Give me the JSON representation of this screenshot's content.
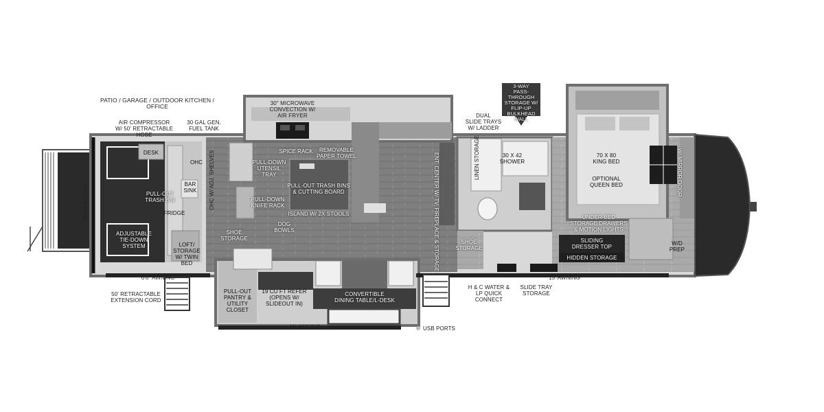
{
  "diagram": {
    "section_labels": {
      "patio": "PATIO / GARAGE / OUTDOOR KITCHEN / OFFICE",
      "usb_legend": "USB PORTS"
    },
    "features": {
      "air_compressor": "AIR COMPRESSOR\nw/ 50' RETRACTABLE HOSE",
      "fuel_tank": "30 GAL GEN.\nFUEL TANK",
      "desk": "DESK",
      "pull_out_trash": "PULL-OUT\nTRASH BIN",
      "fridge": "FRIDGE",
      "bar_sink": "BAR\nSINK",
      "ohc": "OHC",
      "ohc_shelves": "OHC w/ ADJ. SHELVES",
      "adjustable_tiedown": "ADJUSTABLE\nTIE-DOWN SYSTEM",
      "loft": "LOFT/\nSTORAGE\nw/ TWIN BED",
      "patio_awning": "PATIO AWNING",
      "awning_6": "6'6\" AWNING",
      "extension_cord": "50' RETRACTABLE\nEXTENSION CORD",
      "microwave": "30\" MICROWAVE\nCONVECTION w/\nAIR FRYER",
      "spice_rack": "SPICE RACK",
      "removable_paper_towel": "REMOVABLE\nPAPER TOWEL",
      "utensil_tray": "PULL-DOWN\nUTENSIL\nTRAY",
      "knife_rack": "PULL-DOWN\nKNIFE RACK",
      "trash_bins_board": "PULL-OUT TRASH BINS\n& CUTTING BOARD",
      "island": "ISLAND w/ 2x STOOLS",
      "dog_bowls": "DOG\nBOWLS",
      "shoe_storage_left": "SHOE\nSTORAGE",
      "ent_center": "ENT. CENTER w/\nTV, FIREPLACE & STORAGE",
      "pantry": "PULL-OUT\nPANTRY &\nUTILITY\nCLOSET",
      "refer": "19 CU FT REFER\n(OPENS w/\nSLIDEOUT IN)",
      "dining_table": "CONVERTIBLE\nDINING TABLE/L-DESK",
      "awning_11": "11' AWNING",
      "dual_slide_trays": "DUAL\nSLIDE TRAYS\nw/ LADDER",
      "pass_through": "3-WAY\nPASS-THROUGH\nSTORAGE w/\nFLIP-UP\nBULKHEAD\nWALL",
      "shower": "30 x 42\nSHOWER",
      "bath_storage": "LINEN STORAGE",
      "shoe_storage_right": "SHOE\nSTORAGE",
      "king_bed": "70 x 80\nKING BED",
      "queen_bed": "OPTIONAL\nQUEEN BED",
      "underbed_storage": "UNDER-BED\nSTORAGE DRAWERS\n& MOTION LIGHTS",
      "sliding_dresser": "SLIDING\nDRESSER TOP",
      "hidden_storage": "HIDDEN STORAGE",
      "wd_prep": "W/D\nPREP",
      "wardrobe": "W/ MIRROR DOOR",
      "hc_water": "H & C WATER &\nLP QUICK CONNECT",
      "slide_tray_storage": "SLIDE TRAY\nSTORAGE",
      "awning_15": "15' AWNING"
    },
    "colors": {
      "outline": "#6e6e6e",
      "wall_light": "#d4d4d4",
      "floor_dark": "#2f2f2f",
      "floor_wood": "#7d7d7d",
      "callout": "#3a3a3a"
    }
  }
}
